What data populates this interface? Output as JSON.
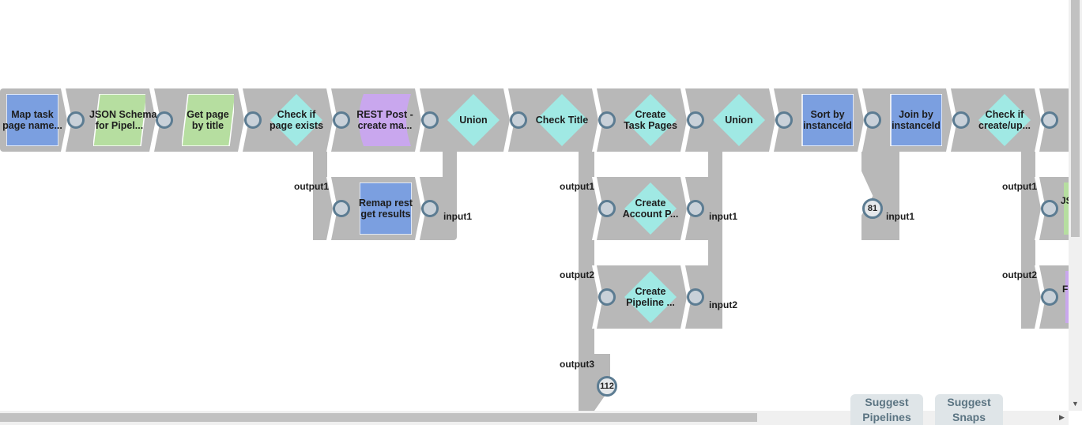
{
  "colors": {
    "track": "#b8b8b8",
    "transform": "#7b9fe0",
    "parser": "#b6dea0",
    "flow": "#a0e9e4",
    "rest": "#c9a7ee",
    "port_fill": "#c9d1d9",
    "port_ring": "#5c7c92"
  },
  "pipeline": {
    "snaps": [
      {
        "id": "map-task",
        "label": "Map task\npage name...",
        "kind": "transform"
      },
      {
        "id": "json-schema",
        "label": "JSON Schema\nfor Pipel...",
        "kind": "parser"
      },
      {
        "id": "get-page",
        "label": "Get page\nby title",
        "kind": "parser"
      },
      {
        "id": "check-page",
        "label": "Check if\npage exists",
        "kind": "router"
      },
      {
        "id": "rest-post",
        "label": "REST Post -\ncreate ma...",
        "kind": "rest"
      },
      {
        "id": "union-1",
        "label": "Union",
        "kind": "union"
      },
      {
        "id": "check-title",
        "label": "Check Title",
        "kind": "router"
      },
      {
        "id": "create-task",
        "label": "Create\nTask Pages",
        "kind": "router"
      },
      {
        "id": "union-2",
        "label": "Union",
        "kind": "union"
      },
      {
        "id": "sort",
        "label": "Sort by\ninstanceId",
        "kind": "transform"
      },
      {
        "id": "join",
        "label": "Join by\ninstanceId",
        "kind": "transform"
      },
      {
        "id": "check-create",
        "label": "Check if\ncreate/up...",
        "kind": "router"
      }
    ],
    "branches": {
      "remap": "Remap rest\nget results",
      "create_account": "Create\nAccount P...",
      "create_pipeline": "Create\nPipeline ..."
    },
    "tags": {
      "output1": "output1",
      "output2": "output2",
      "output3": "output3",
      "input1": "input1",
      "input2": "input2"
    },
    "counts": {
      "join_input": "81",
      "check_title_output3": "112"
    },
    "partial": {
      "right_top": "JS",
      "right_bottom": "F"
    }
  },
  "footer": {
    "suggest_pipelines": "Suggest\nPipelines",
    "suggest_snaps": "Suggest\nSnaps"
  }
}
